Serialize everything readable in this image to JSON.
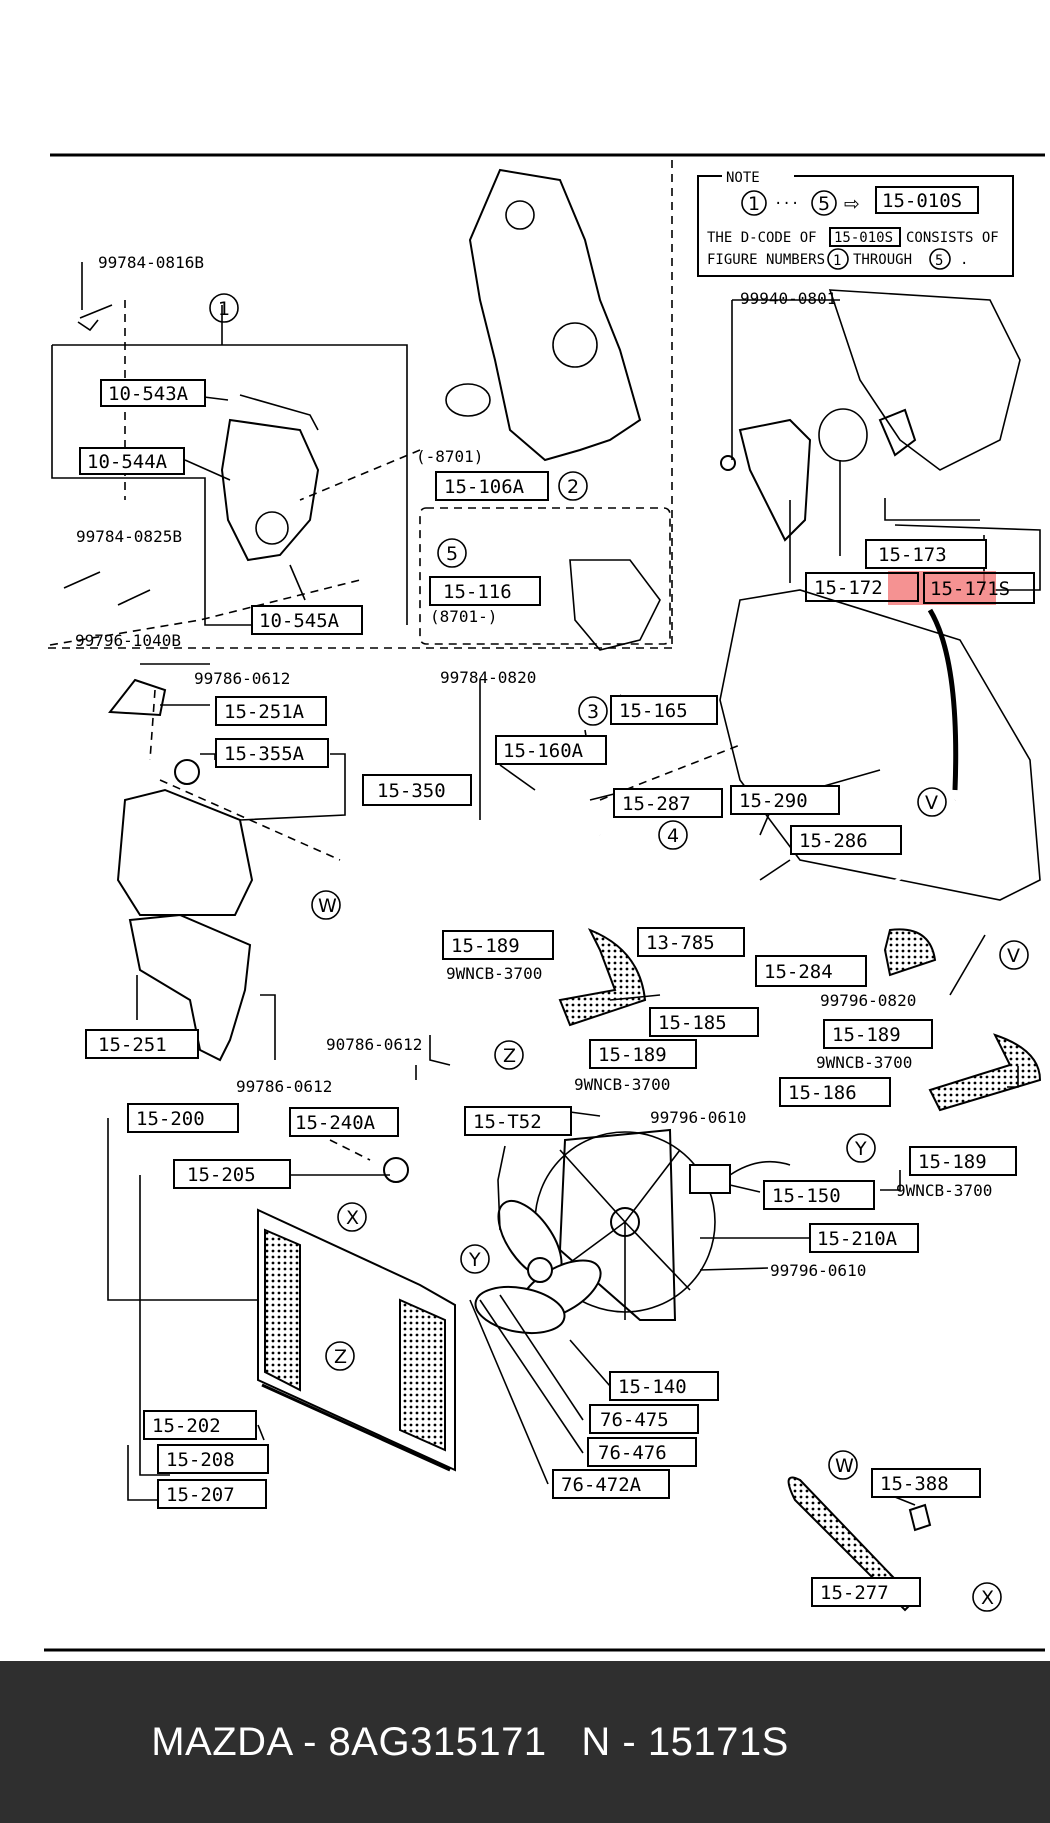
{
  "note": {
    "title": "NOTE",
    "range_start": "1",
    "range_sep": "···",
    "range_end": "5",
    "arrow": "⇨",
    "code": "15-010S",
    "line1_a": "THE D-CODE OF",
    "line1_code": "15-010S",
    "line1_b": "CONSISTS OF",
    "line2_a": "FIGURE NUMBERS",
    "line2_n1": "1",
    "line2_b": "THROUGH",
    "line2_n2": "5",
    "line2_c": "."
  },
  "highlight_color": "#f26d6d",
  "part_labels": {
    "p10_543A": "10-543A",
    "p10_544A": "10-544A",
    "p10_545A": "10-545A",
    "p15_106A": "15-106A",
    "p15_116": "15-116",
    "p15_173": "15-173",
    "p15_172": "15-172",
    "p15_171S": "15-171S",
    "p15_251A": "15-251A",
    "p15_355A": "15-355A",
    "p15_350": "15-350",
    "p15_251": "15-251",
    "p15_165": "15-165",
    "p15_160A": "15-160A",
    "p15_287": "15-287",
    "p15_290": "15-290",
    "p15_286": "15-286",
    "p15_189a": "15-189",
    "p13_785": "13-785",
    "p15_284": "15-284",
    "p15_185": "15-185",
    "p15_189b": "15-189",
    "p15_189c": "15-189",
    "p15_186": "15-186",
    "p15_189d": "15-189",
    "p15_200": "15-200",
    "p15_240A": "15-240A",
    "p15_T52": "15-T52",
    "p15_205": "15-205",
    "p15_150": "15-150",
    "p15_210A": "15-210A",
    "p15_140": "15-140",
    "p76_475": "76-475",
    "p76_476": "76-476",
    "p76_472A": "76-472A",
    "p15_202": "15-202",
    "p15_208": "15-208",
    "p15_207": "15-207",
    "p15_388": "15-388",
    "p15_277": "15-277"
  },
  "bolt_codes": {
    "b1": "99784-0816B",
    "b2": "99784-0825B",
    "b3": "99796-1040B",
    "b4": "99940-0801",
    "b5": "99786-0612",
    "b6": "99784-0820",
    "b7": "99796-0820",
    "b8": "99786-0612",
    "b9": "90786-0612",
    "b10": "99796-0610",
    "b11": "99796-0610",
    "h1": "9WNCB-3700",
    "h2": "9WNCB-3700",
    "h3": "9WNCB-3700",
    "h4": "9WNCB-3700"
  },
  "model_notes": {
    "m1": "(-8701)",
    "m2": "(8701-)"
  },
  "callouts": {
    "c1": "1",
    "c2": "2",
    "c3": "3",
    "c4": "4",
    "c5": "5",
    "V1": "V",
    "V2": "V",
    "W1": "W",
    "W2": "W",
    "X1": "X",
    "X2": "X",
    "Y1": "Y",
    "Y2": "Y",
    "Z1": "Z",
    "Z2": "Z"
  },
  "footer": {
    "text": "MAZDA - 8AG315171   N - 15171S"
  }
}
